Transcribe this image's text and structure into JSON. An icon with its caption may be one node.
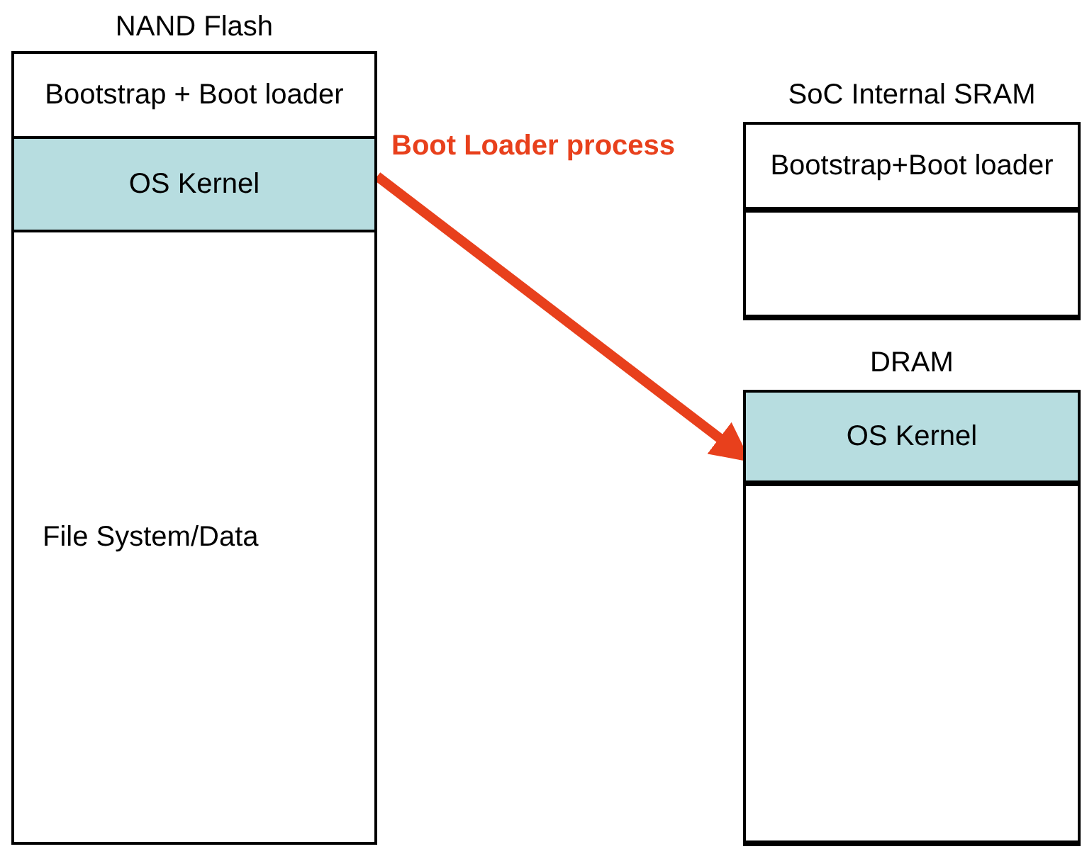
{
  "diagram": {
    "nodes": [
      {
        "text": [
          "NAND Flash"
        ]
      },
      {
        "text": [
          "Bootstrap + Boot loader"
        ],
        "in": 0
      },
      {
        "text": [
          "OS Kernel"
        ],
        "in": 0
      },
      {
        "text": [
          "File System/Data"
        ],
        "in": 0
      },
      {
        "text": [
          "SoC Internal SRAM"
        ]
      },
      {
        "text": [
          "Bootstrap+Boot loader"
        ],
        "in": 4
      },
      {
        "text": [],
        "shape": "box",
        "in": 4
      },
      {
        "text": [
          "DRAM"
        ]
      },
      {
        "text": [
          "OS Kernel"
        ],
        "in": 7
      },
      {
        "text": [],
        "shape": "box",
        "in": 7
      }
    ],
    "edges": [
      {
        "from": 2,
        "to": 8,
        "arrow": "to",
        "label": "Boot Loader process",
        "color": "#e8401c"
      }
    ]
  }
}
